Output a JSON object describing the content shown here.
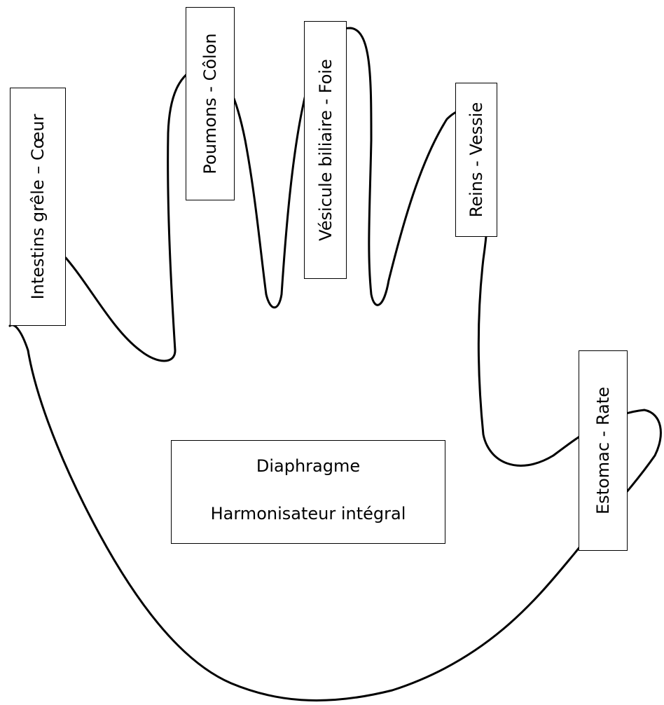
{
  "labels": {
    "thumb": "Intestins grêle – Cœur",
    "index": "Poumons - Côlon",
    "middle": "Vésicule biliaire - Foie",
    "ring": "Reins - Vessie",
    "little": "Estomac - Rate"
  },
  "palm": {
    "line1": "Diaphragme",
    "line2": "Harmonisateur intégral"
  },
  "colors": {
    "outline": "#000000",
    "background": "#ffffff"
  }
}
